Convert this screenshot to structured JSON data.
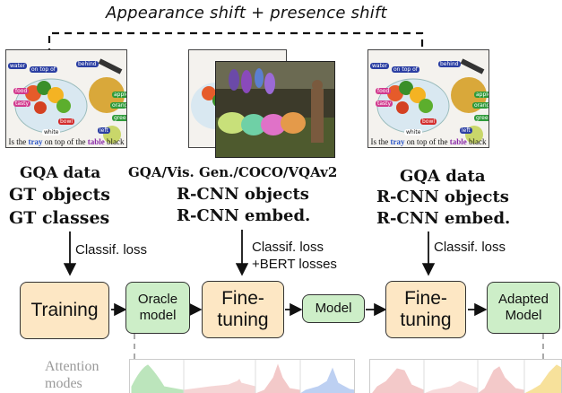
{
  "header": {
    "title": "Appearance shift + presence shift"
  },
  "columns": [
    {
      "data_lines": [
        "GQA data",
        "GT objects",
        "GT classes"
      ]
    },
    {
      "data_lines": [
        "GQA/Vis. Gen./COCO/VQAv2",
        "R-CNN objects",
        "R-CNN embed."
      ]
    },
    {
      "data_lines": [
        "GQA data",
        "R-CNN objects",
        "R-CNN embed."
      ]
    }
  ],
  "losses": {
    "first": "Classif. loss",
    "second_line1": "Classif. loss",
    "second_line2": "+BERT losses",
    "third": "Classif. loss"
  },
  "pipeline": {
    "training": "Training",
    "oracle_line1": "Oracle",
    "oracle_line2": "model",
    "finetune1_line1": "Fine-",
    "finetune1_line2": "tuning",
    "model": "Model",
    "finetune2_line1": "Fine-",
    "finetune2_line2": "tuning",
    "adapted_line1": "Adapted",
    "adapted_line2": "Model"
  },
  "attention": {
    "line1": "Attention",
    "line2": "modes"
  },
  "scene": {
    "caption_pre": "Is the ",
    "caption_tray": "tray",
    "caption_mid": " on top of the ",
    "caption_table": "table",
    "caption_post": " black",
    "labels": [
      "on top of",
      "behind",
      "water",
      "food",
      "tasty",
      "apple",
      "orange",
      "green",
      "bowl",
      "white",
      "left"
    ]
  },
  "colors": {
    "stage_orange": "#fde7c4",
    "stage_green": "#cdeec8",
    "attention_green": "#6cc66c",
    "attention_red": "#e58a8a",
    "attention_blue": "#7ea2e6",
    "attention_yellow": "#f0c43a"
  }
}
